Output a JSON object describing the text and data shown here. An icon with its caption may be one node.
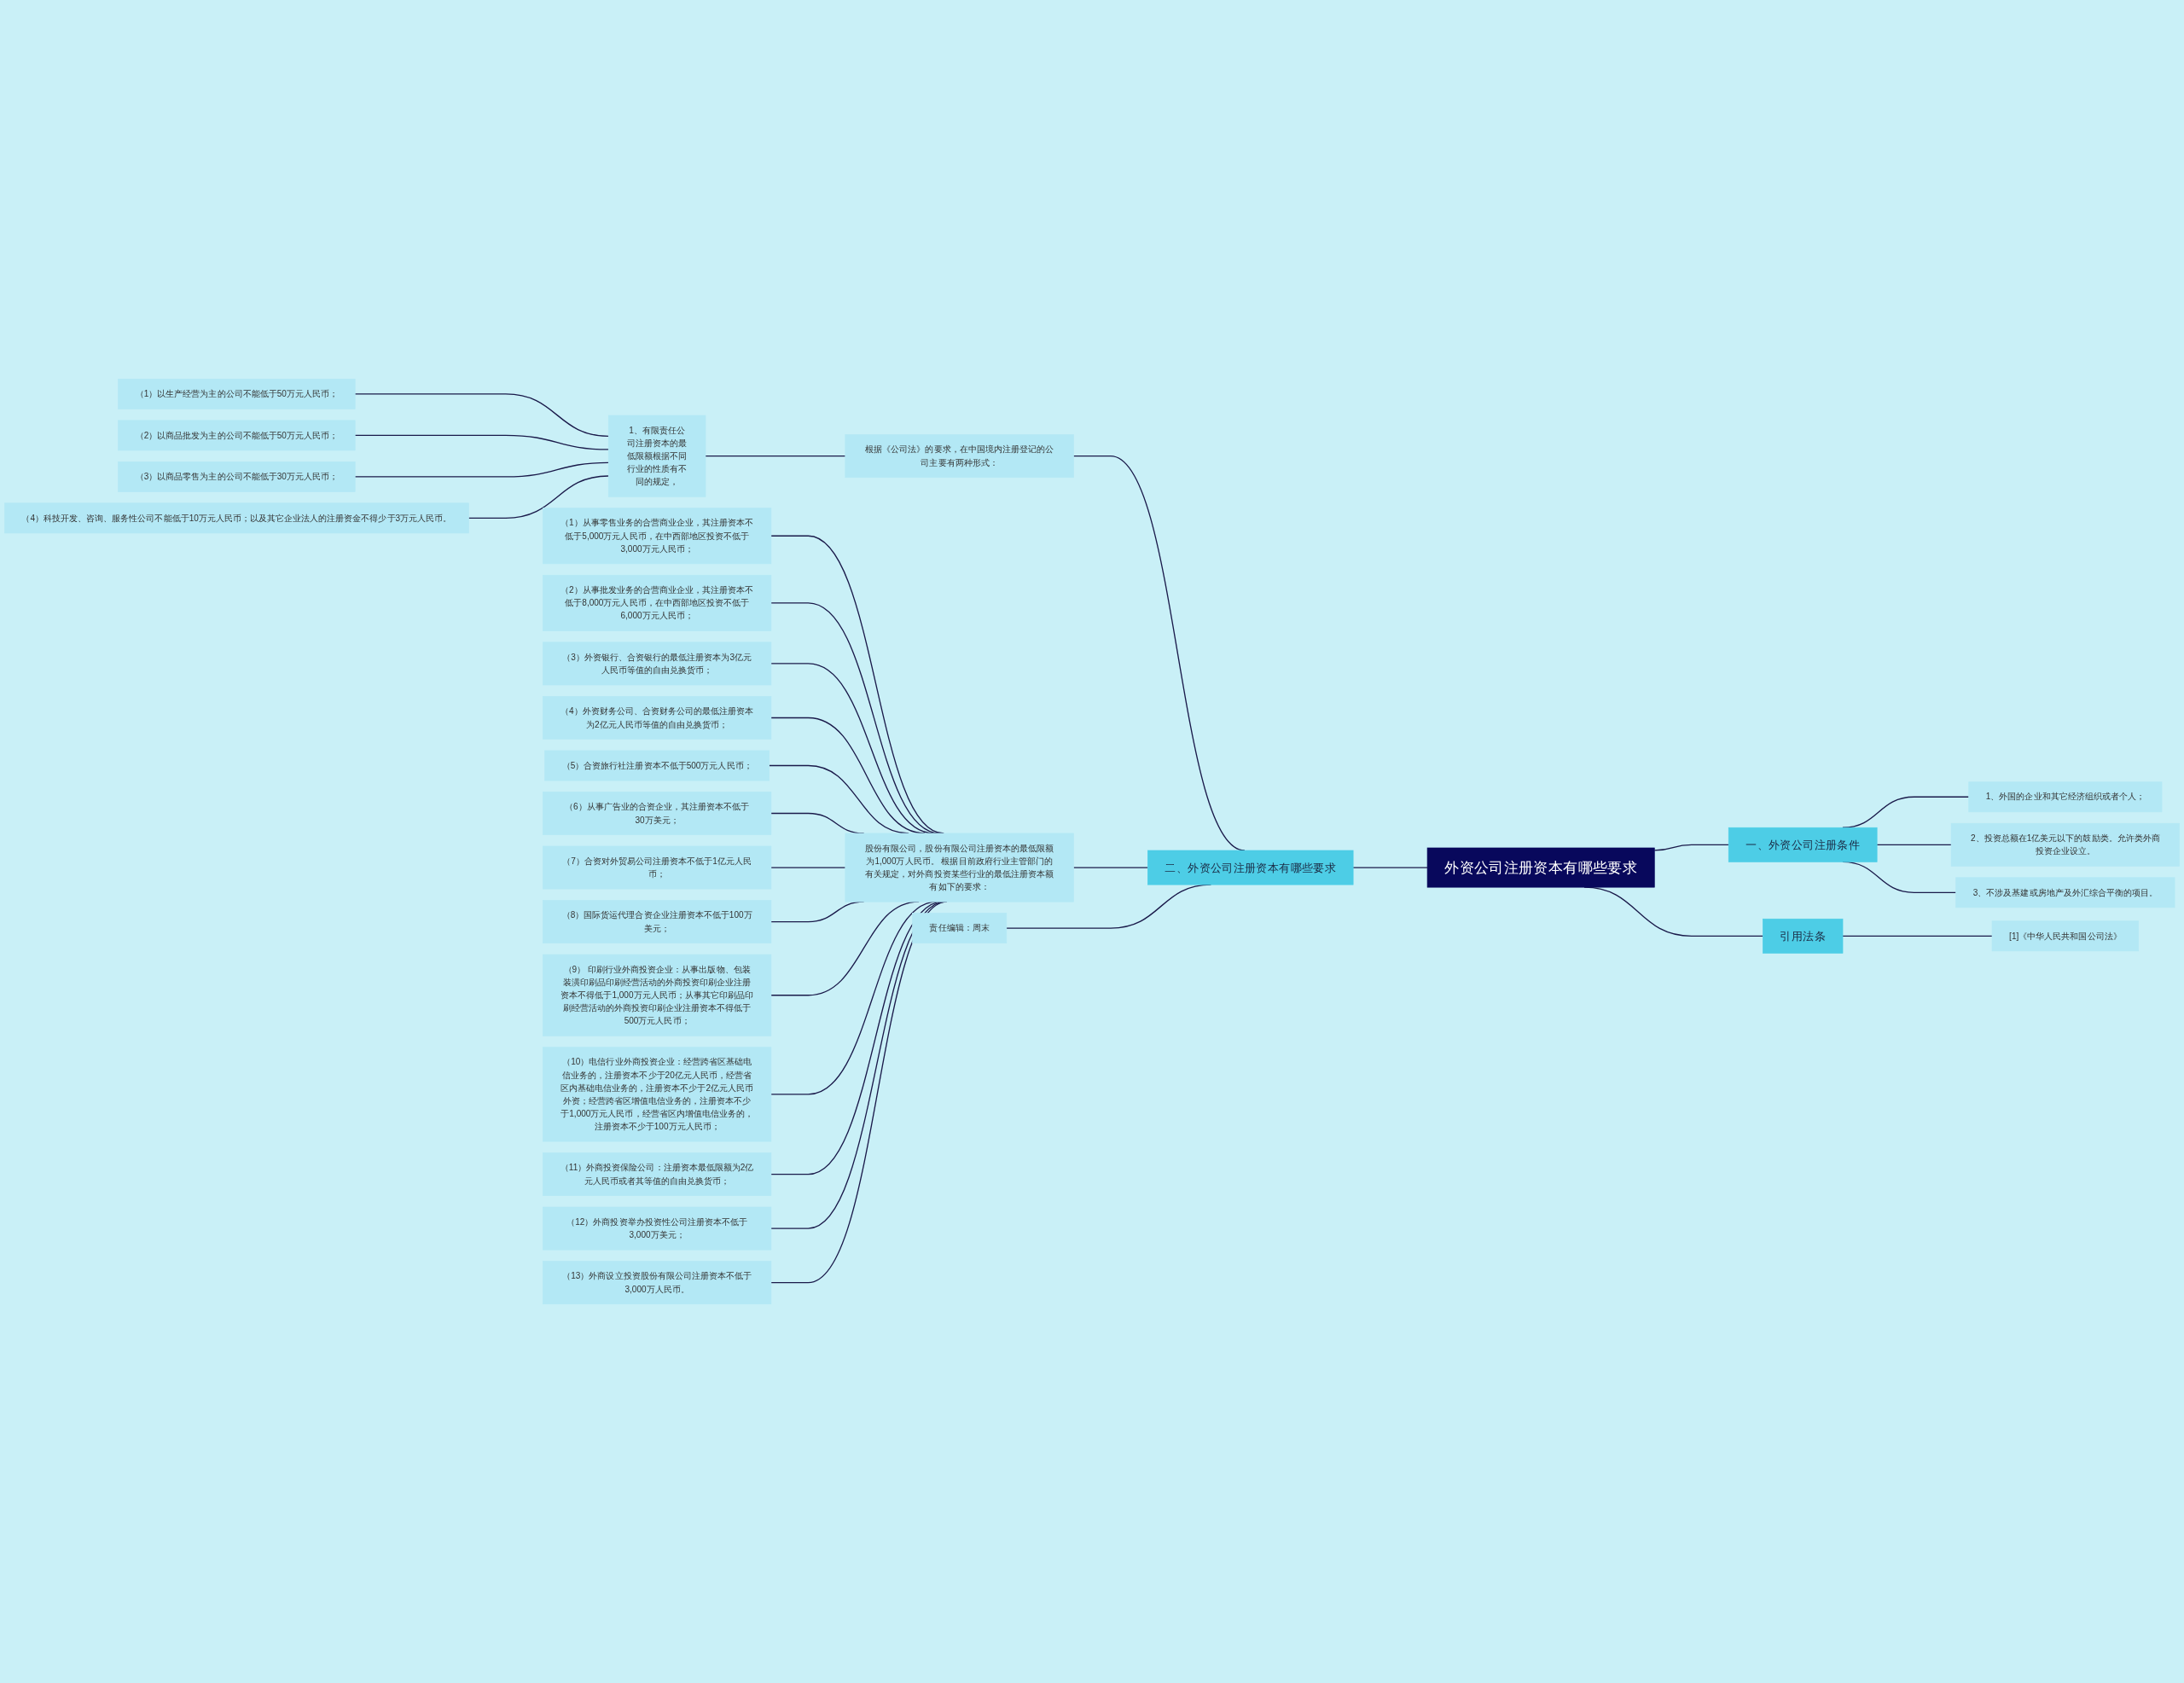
{
  "diagram": {
    "nodes": [
      {
        "text": [
          "外资公司注册资本有哪些要求"
        ]
      },
      {
        "text": [
          "一、外资公司注册条件"
        ]
      },
      {
        "text": [
          "1、外国的企业和其它经济组织或者个人；"
        ]
      },
      {
        "text": [
          "2、投资总额在1亿美元以下的鼓励类。允许类外商投资企业设立。"
        ]
      },
      {
        "text": [
          "3、不涉及基建或房地产及外汇综合平衡的项目。"
        ]
      },
      {
        "text": [
          "引用法条"
        ]
      },
      {
        "text": [
          "[1]《中华人民共和国公司法》"
        ]
      },
      {
        "text": [
          "二、外资公司注册资本有哪些要求"
        ]
      },
      {
        "text": [
          "根据《公司法》的要求，在中国境内注册登记的公司主要有两种形式："
        ]
      },
      {
        "text": [
          "1、有限责任公司注册资本的最低限额根据不同行业的性质有不同的规定，"
        ]
      },
      {
        "text": [
          "（1）以生产经营为主的公司不能低于50万元人民币；"
        ]
      },
      {
        "text": [
          "（2）以商品批发为主的公司不能低于50万元人民币；"
        ]
      },
      {
        "text": [
          "（3）以商品零售为主的公司不能低于30万元人民币；"
        ]
      },
      {
        "text": [
          "（4）科技开发、咨询、服务性公司不能低于10万元人民币；以及其它企业法人的注册资金不得少于3万元人民币。"
        ]
      },
      {
        "text": [
          "股份有限公司，股份有限公司注册资本的最低限额为1,000万人民币。 根据目前政府行业主管部门的有关规定，对外商投资某些行业的最低注册资本额有如下的要求："
        ]
      },
      {
        "text": [
          "（1）从事零售业务的合营商业企业，其注册资本不低于5,000万元人民币，在中西部地区投资不低于3,000万元人民币；"
        ]
      },
      {
        "text": [
          "（2）从事批发业务的合营商业企业，其注册资本不低于8,000万元人民币，在中西部地区投资不低于6,000万元人民币；"
        ]
      },
      {
        "text": [
          "（3）外资银行、合资银行的最低注册资本为3亿元人民币等值的自由兑换货币；"
        ]
      },
      {
        "text": [
          "（4）外资财务公司、合资财务公司的最低注册资本为2亿元人民币等值的自由兑换货币；"
        ]
      },
      {
        "text": [
          "（5）合资旅行社注册资本不低于500万元人民币；"
        ]
      },
      {
        "text": [
          "（6）从事广告业的合资企业，其注册资本不低于30万美元；"
        ]
      },
      {
        "text": [
          "（7）合资对外贸易公司注册资本不低于1亿元人民币；"
        ]
      },
      {
        "text": [
          "（8）国际货运代理合资企业注册资本不低于100万美元；"
        ]
      },
      {
        "text": [
          "（9） 印刷行业外商投资企业：从事出版物、包装装潢印刷品印刷经营活动的外商投资印刷企业注册资本不得低于1,000万元人民币；从事其它印刷品印刷经营活动的外商投资印刷企业注册资本不得低于500万元人民币；"
        ]
      },
      {
        "text": [
          "（10）电信行业外商投资企业：经营跨省区基础电信业务的，注册资本不少于20亿元人民币，经营省区内基础电信业务的，注册资本不少于2亿元人民币外资；经营跨省区增值电信业务的，注册资本不少于1,000万元人民币，经营省区内增值电信业务的，注册资本不少于100万元人民币；"
        ]
      },
      {
        "text": [
          "（11）外商投资保险公司：注册资本最低限额为2亿元人民币或者其等值的自由兑换货币；"
        ]
      },
      {
        "text": [
          "（12）外商投资举办投资性公司注册资本不低于3,000万美元；"
        ]
      },
      {
        "text": [
          "（13）外商设立投资股份有限公司注册资本不低于3,000万人民币。"
        ]
      },
      {
        "text": [
          "责任编辑：周末"
        ]
      }
    ],
    "edges": [
      {
        "from": 1,
        "to": 0,
        "arrow": "none"
      },
      {
        "from": 2,
        "to": 1,
        "arrow": "none"
      },
      {
        "from": 3,
        "to": 1,
        "arrow": "none"
      },
      {
        "from": 4,
        "to": 1,
        "arrow": "none"
      },
      {
        "from": 5,
        "to": 0,
        "arrow": "none"
      },
      {
        "from": 6,
        "to": 5,
        "arrow": "none"
      },
      {
        "from": 0,
        "to": 7,
        "arrow": "none"
      },
      {
        "from": 7,
        "to": 8,
        "arrow": "none"
      },
      {
        "from": 8,
        "to": 9,
        "arrow": "none"
      },
      {
        "from": 9,
        "to": 10,
        "arrow": "none"
      },
      {
        "from": 9,
        "to": 11,
        "arrow": "none"
      },
      {
        "from": 9,
        "to": 12,
        "arrow": "none"
      },
      {
        "from": 9,
        "to": 13,
        "arrow": "none"
      },
      {
        "from": 7,
        "to": 14,
        "arrow": "none"
      },
      {
        "from": 14,
        "to": 15,
        "arrow": "none"
      },
      {
        "from": 14,
        "to": 16,
        "arrow": "none"
      },
      {
        "from": 14,
        "to": 17,
        "arrow": "none"
      },
      {
        "from": 14,
        "to": 18,
        "arrow": "none"
      },
      {
        "from": 14,
        "to": 19,
        "arrow": "none"
      },
      {
        "from": 14,
        "to": 20,
        "arrow": "none"
      },
      {
        "from": 14,
        "to": 21,
        "arrow": "none"
      },
      {
        "from": 14,
        "to": 22,
        "arrow": "none"
      },
      {
        "from": 14,
        "to": 23,
        "arrow": "none"
      },
      {
        "from": 14,
        "to": 24,
        "arrow": "none"
      },
      {
        "from": 14,
        "to": 25,
        "arrow": "none"
      },
      {
        "from": 14,
        "to": 26,
        "arrow": "none"
      },
      {
        "from": 14,
        "to": 27,
        "arrow": "none"
      },
      {
        "from": 7,
        "to": 28,
        "arrow": "none"
      }
    ]
  }
}
